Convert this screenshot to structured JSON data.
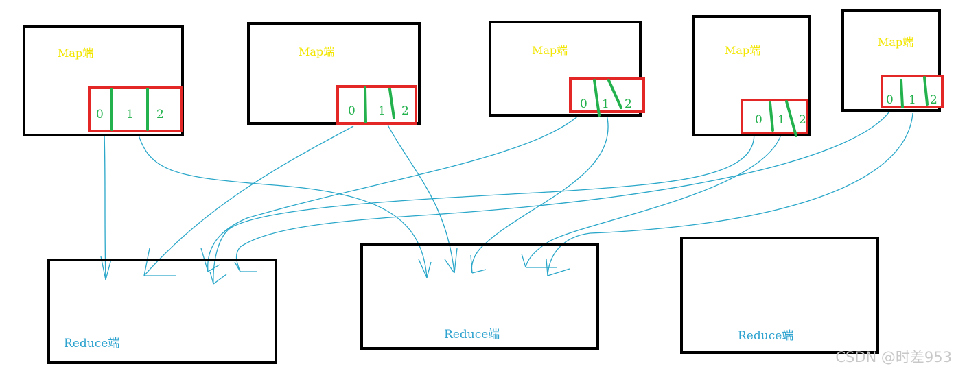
{
  "map_nodes": [
    {
      "label": "Map端",
      "partitions": [
        "0",
        "1",
        "2"
      ]
    },
    {
      "label": "Map端",
      "partitions": [
        "0",
        "1",
        "2"
      ]
    },
    {
      "label": "Map端",
      "partitions": [
        "0",
        "1",
        "2"
      ]
    },
    {
      "label": "Map端",
      "partitions": [
        "0",
        "1",
        "2"
      ]
    },
    {
      "label": "Map端",
      "partitions": [
        "0",
        "1",
        "2"
      ]
    }
  ],
  "reduce_nodes": [
    {
      "label": "Reduce端"
    },
    {
      "label": "Reduce端"
    },
    {
      "label": "Reduce端"
    }
  ],
  "watermark": "CSDN @时差953",
  "colors": {
    "box_border": "#000000",
    "partition_border": "#e32727",
    "divider": "#22b14c",
    "arrow": "#2aa7c9",
    "map_label": "#f2e600",
    "reduce_label": "#2ea3cf",
    "partition_text": "#22b14c",
    "watermark": "#c8c8c8"
  }
}
